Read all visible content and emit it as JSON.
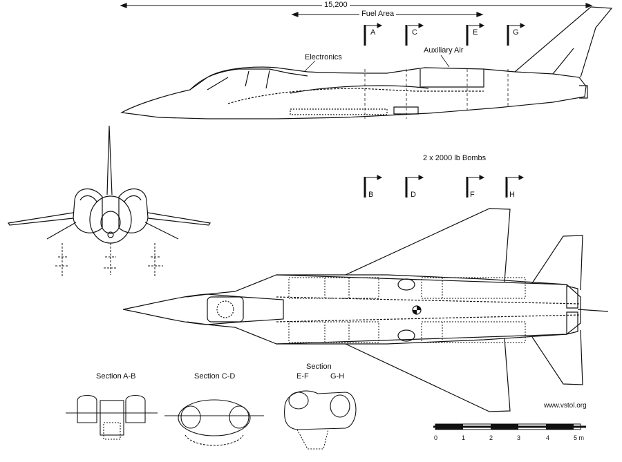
{
  "dimensions": {
    "overall_length": "15,200",
    "fuel_area": "Fuel Area"
  },
  "callouts": {
    "electronics": "Electronics",
    "auxiliary_air": "Auxiliary Air",
    "bombs": "2 x 2000 lb Bombs"
  },
  "section_markers": {
    "top": [
      "A",
      "C",
      "E",
      "G"
    ],
    "bottom": [
      "B",
      "D",
      "F",
      "H"
    ]
  },
  "section_views": {
    "ab": "Section A-B",
    "cd": "Section C-D",
    "section_word": "Section",
    "ef": "E-F",
    "gh": "G-H"
  },
  "scale_bar": {
    "ticks": [
      "0",
      "1",
      "2",
      "3",
      "4",
      "5 m"
    ]
  },
  "credit": "www.vstol.org"
}
